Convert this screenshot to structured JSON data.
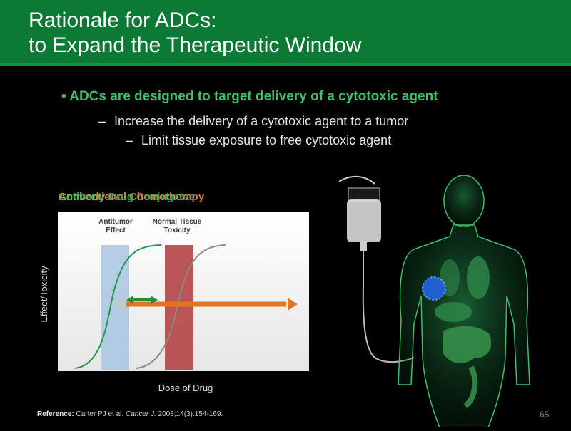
{
  "header": {
    "title_line1": "Rationale for ADCs:",
    "title_line2": "to Expand the Therapeutic Window"
  },
  "bullets": {
    "main": "ADCs are designed to target delivery of a cytotoxic agent",
    "sub": [
      "Increase the delivery of a cytotoxic agent to a tumor",
      "Limit tissue exposure to free cytotoxic agent"
    ],
    "dash": "–",
    "bullet_mark": "•"
  },
  "chart_labels": {
    "conventional": "Conventional Chemotherapy",
    "antibody": "Antibody",
    "adc": "Antibody-Drug Conjugates"
  },
  "chart": {
    "head_antitumor_line1": "Antitumor",
    "head_antitumor_line2": "Effect",
    "head_normal_line1": "Normal Tissue",
    "head_normal_line2": "Toxicity",
    "ylabel": "Effect/Toxicity",
    "xlabel": "Dose of Drug"
  },
  "colors": {
    "header_green": "#0a7a35",
    "bullet_green": "#3fbf6a",
    "blue_band": "#a9c4e2",
    "red_band": "#b03a3a",
    "green_curve": "#1f9a4a",
    "gray_curve": "#8a8a8a",
    "orange_arrow": "#e8731e",
    "green_arrow": "#2a8a3a"
  },
  "reference": {
    "label": "Reference:",
    "authors": "Carter PJ et al.",
    "journal": "Cancer J.",
    "citation": "2008;14(3):154-169."
  },
  "page_number": "65"
}
